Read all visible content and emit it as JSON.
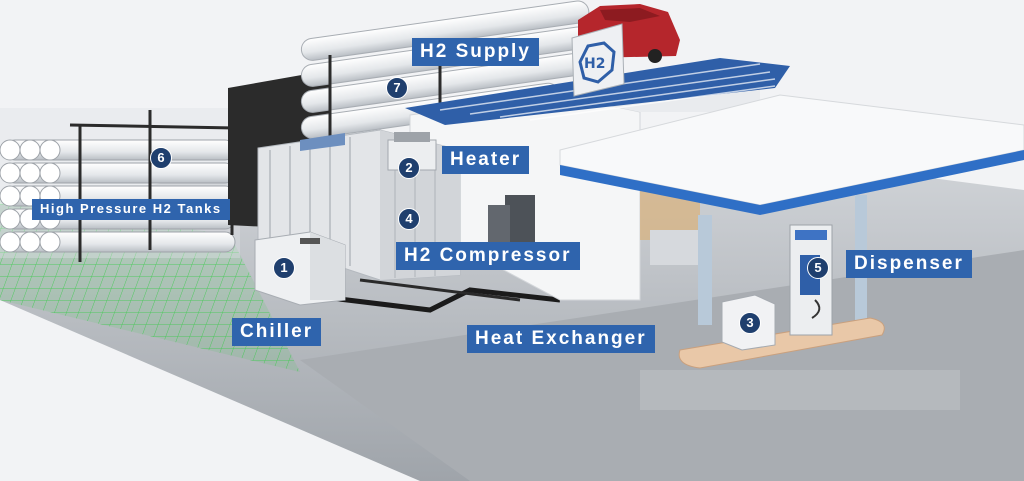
{
  "labels": {
    "h2_supply": "H2 Supply",
    "heater": "Heater",
    "high_pressure_tanks": "High Pressure H2 Tanks",
    "h2_compressor": "H2 Compressor",
    "dispenser": "Dispenser",
    "chiller": "Chiller",
    "heat_exchanger": "Heat Exchanger"
  },
  "markers": {
    "chiller": "1",
    "heater": "2",
    "heat_exchanger": "3",
    "compressor": "4",
    "dispenser": "5",
    "tanks": "6",
    "supply_tubes": "7"
  },
  "sign": {
    "text": "H2"
  },
  "colors": {
    "label_bg": "#2f64ad",
    "marker_bg": "#1f3f6e",
    "canopy_blue": "#2f6fc6",
    "roof_blue": "#2f5fa8",
    "truck_red": "#b5262c",
    "grid_green": "#2ecc40"
  }
}
